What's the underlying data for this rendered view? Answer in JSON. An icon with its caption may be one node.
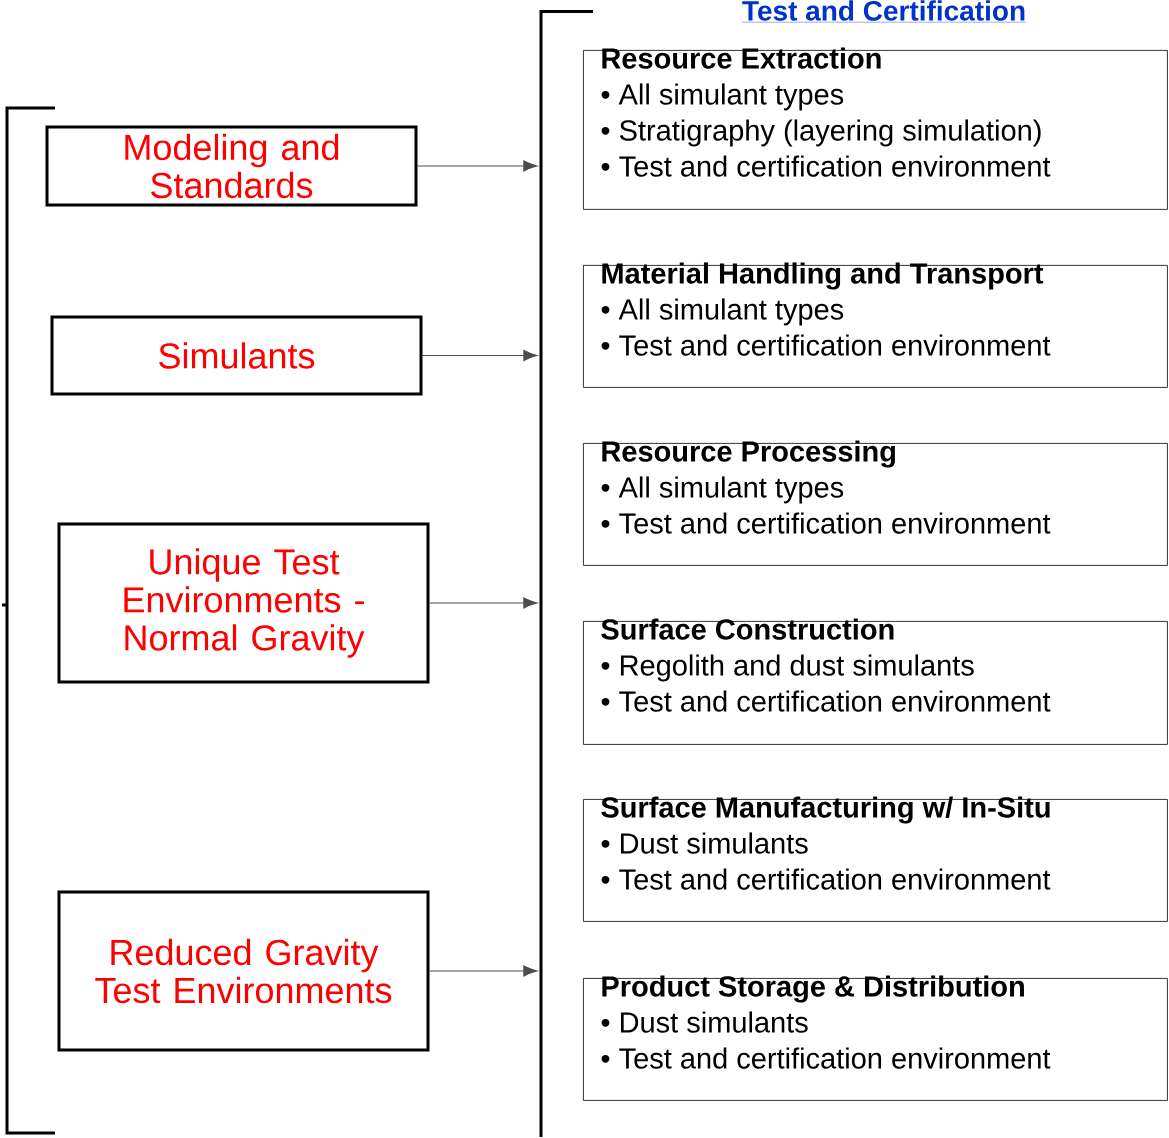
{
  "diagram": {
    "title": "Test and Certification",
    "nodes": [
      {
        "text": [
          "Modeling and Standards"
        ]
      },
      {
        "text": [
          "Simulants"
        ]
      },
      {
        "text": [
          "Unique Test Environments - Normal Gravity"
        ]
      },
      {
        "text": [
          "Reduced Gravity Test Environments"
        ]
      },
      {
        "text": [],
        "shape": "bar"
      },
      {
        "text": [
          "Resource Extraction",
          "• All simulant types",
          "• Stratigraphy (layering simulation)",
          "• Test and certification environment"
        ]
      },
      {
        "text": [
          "Material Handling and Transport",
          "• All simulant types",
          "• Test and certification environment"
        ]
      },
      {
        "text": [
          "Resource Processing",
          "• All simulant types",
          "• Test and certification environment"
        ]
      },
      {
        "text": [
          "Surface Construction",
          "• Regolith and dust simulants",
          "• Test and certification environment"
        ]
      },
      {
        "text": [
          "Surface Manufacturing w/ In-Situ",
          "• Dust simulants",
          "• Test and certification environment"
        ]
      },
      {
        "text": [
          "Product Storage & Distribution",
          "• Dust simulants",
          "• Test and certification environment"
        ]
      }
    ],
    "edges": [
      {
        "from": 0,
        "to": 4,
        "arrow": "to"
      },
      {
        "from": 1,
        "to": 4,
        "arrow": "to"
      },
      {
        "from": 2,
        "to": 4,
        "arrow": "to"
      },
      {
        "from": 3,
        "to": 4,
        "arrow": "to"
      }
    ]
  }
}
